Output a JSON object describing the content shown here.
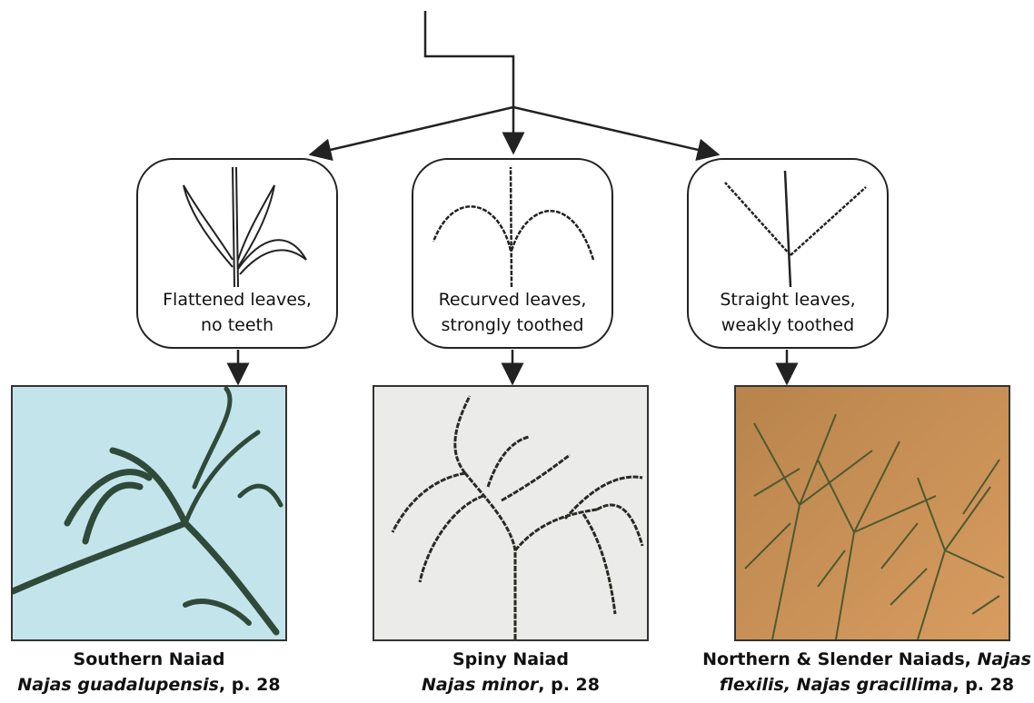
{
  "nodes": [
    {
      "label_line1": "Flattened leaves,",
      "label_line2": "no teeth",
      "icon": "flattened-leaf-sprig-icon"
    },
    {
      "label_line1": "Recurved leaves,",
      "label_line2": "strongly toothed",
      "icon": "recurved-toothed-leaf-sprig-icon"
    },
    {
      "label_line1": "Straight leaves,",
      "label_line2": "weakly toothed",
      "icon": "straight-toothed-leaf-sprig-icon"
    }
  ],
  "species": [
    {
      "common": "Southern Naiad",
      "sci_italic": "Najas guadalupensis",
      "sci_suffix": ", p. 28",
      "photo_bg": "#c4e4ec"
    },
    {
      "common": "Spiny Naiad",
      "sci_italic": "Najas minor",
      "sci_suffix": ", p. 28",
      "photo_bg": "#ebebe9"
    },
    {
      "common_prefix": "Northern & Slender Naiads, ",
      "common_italic": "Najas",
      "sci_italic": "flexilis, Najas gracillima",
      "sci_suffix": ", p. 28",
      "photo_bg": "#c98a4c"
    }
  ],
  "colors": {
    "line": "#222222",
    "southern_plant": "#2f4a38",
    "spiny_plant": "#2a2a24",
    "northern_plant": "#4c5a30"
  }
}
